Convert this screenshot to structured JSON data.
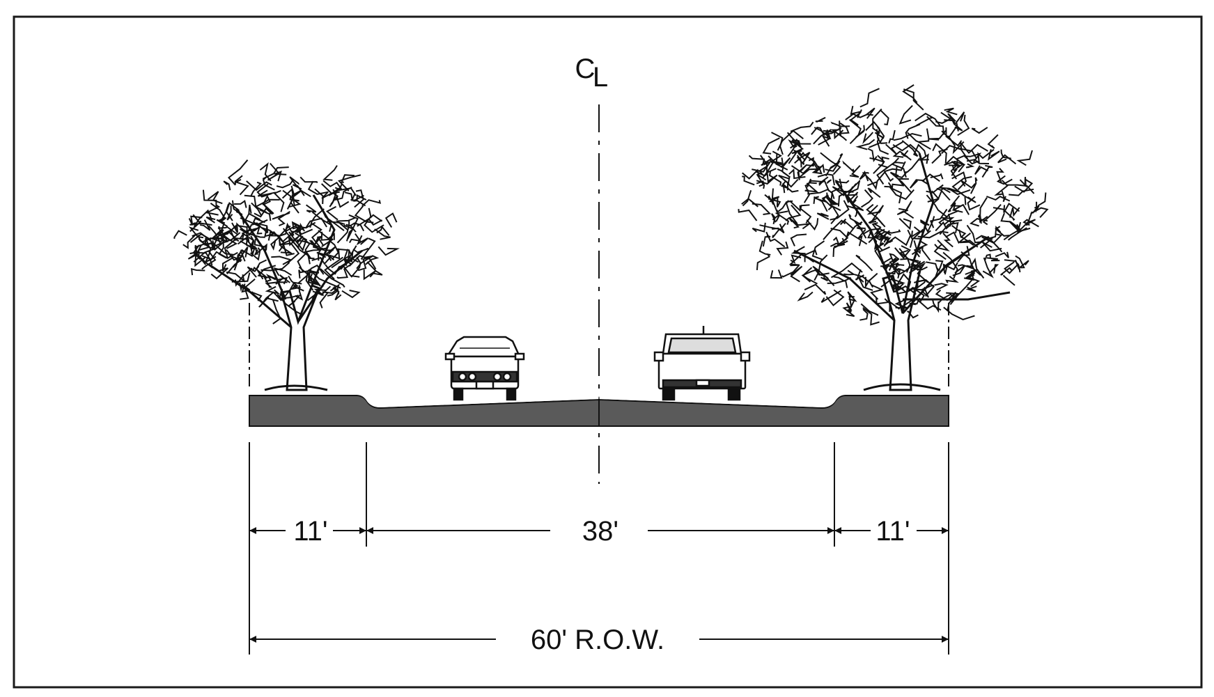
{
  "diagram": {
    "centerline_label_top": "C",
    "centerline_label_bottom": "L",
    "dimensions": {
      "left_sidewalk": "11'",
      "roadway": "38'",
      "right_sidewalk": "11'",
      "row_total": "60' R.O.W."
    },
    "colors": {
      "ink": "#111111",
      "pavement": "#5a5a5a",
      "frame": "#1a1a1a"
    }
  }
}
